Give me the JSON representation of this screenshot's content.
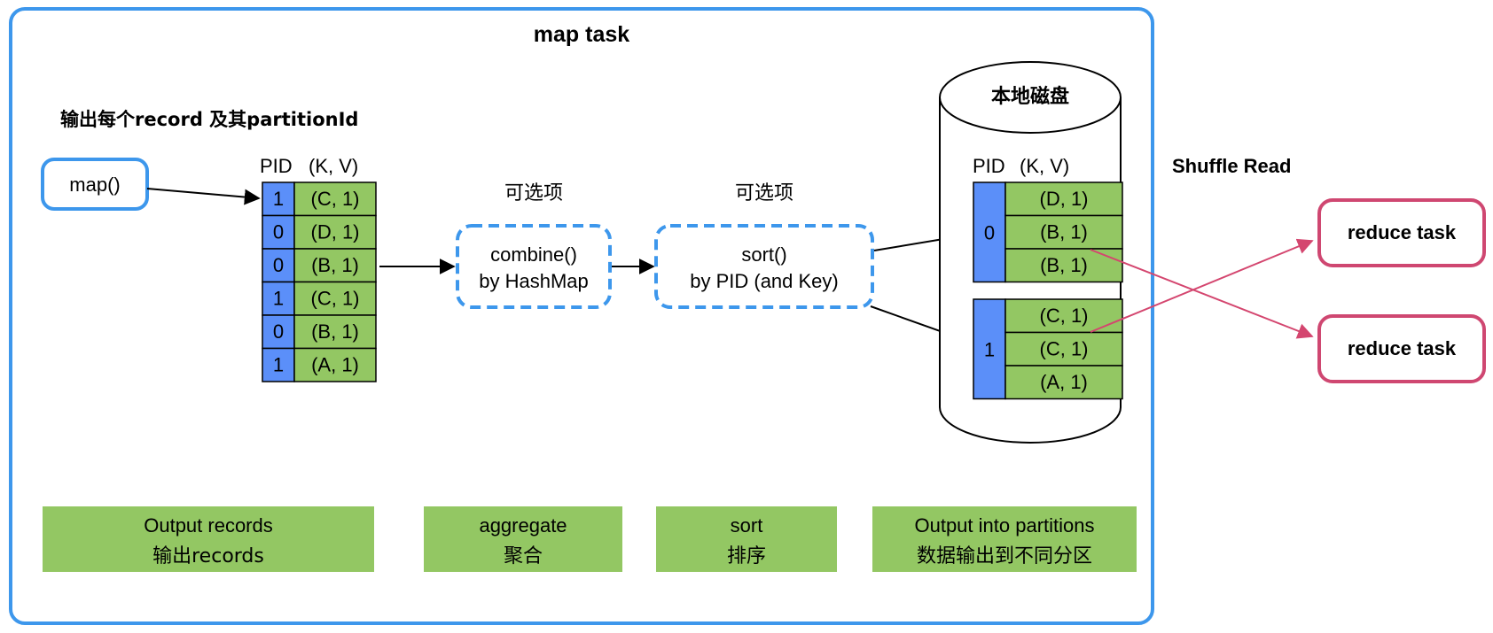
{
  "map_task": {
    "title": "map task"
  },
  "header_note": "输出每个record 及其partitionId",
  "map_fn": {
    "label": "map()"
  },
  "records_table": {
    "pid_header": "PID",
    "kv_header": "(K, V)",
    "rows": [
      {
        "pid": "1",
        "kv": "(C, 1)"
      },
      {
        "pid": "0",
        "kv": "(D, 1)"
      },
      {
        "pid": "0",
        "kv": "(B, 1)"
      },
      {
        "pid": "1",
        "kv": "(C, 1)"
      },
      {
        "pid": "0",
        "kv": "(B, 1)"
      },
      {
        "pid": "1",
        "kv": "(A, 1)"
      }
    ]
  },
  "combine_step": {
    "optional_label": "可选项",
    "line1": "combine()",
    "line2": "by HashMap"
  },
  "sort_step": {
    "optional_label": "可选项",
    "line1": "sort()",
    "line2": "by PID (and Key)"
  },
  "local_disk": {
    "title": "本地磁盘",
    "pid_header": "PID",
    "kv_header": "(K, V)",
    "partitions": [
      {
        "pid": "0",
        "rows": [
          "(D, 1)",
          "(B, 1)",
          "(B, 1)"
        ]
      },
      {
        "pid": "1",
        "rows": [
          "(C, 1)",
          "(C, 1)",
          "(A, 1)"
        ]
      }
    ]
  },
  "shuffle_read": {
    "label": "Shuffle Read"
  },
  "reduce_tasks": [
    {
      "label": "reduce task"
    },
    {
      "label": "reduce task"
    }
  ],
  "stages": [
    {
      "line1": "Output records",
      "line2": "输出records"
    },
    {
      "line1": "aggregate",
      "line2": "聚合"
    },
    {
      "line1": "sort",
      "line2": "排序"
    },
    {
      "line1": "Output into partitions",
      "line2": "数据输出到不同分区"
    }
  ],
  "colors": {
    "blue_outline": "#3d97ec",
    "pid_blue": "#5b8ff9",
    "kv_green": "#93c763",
    "stage_green": "#93c763",
    "reduce_red": "#cf4771",
    "arrow_red": "#d4466f"
  }
}
